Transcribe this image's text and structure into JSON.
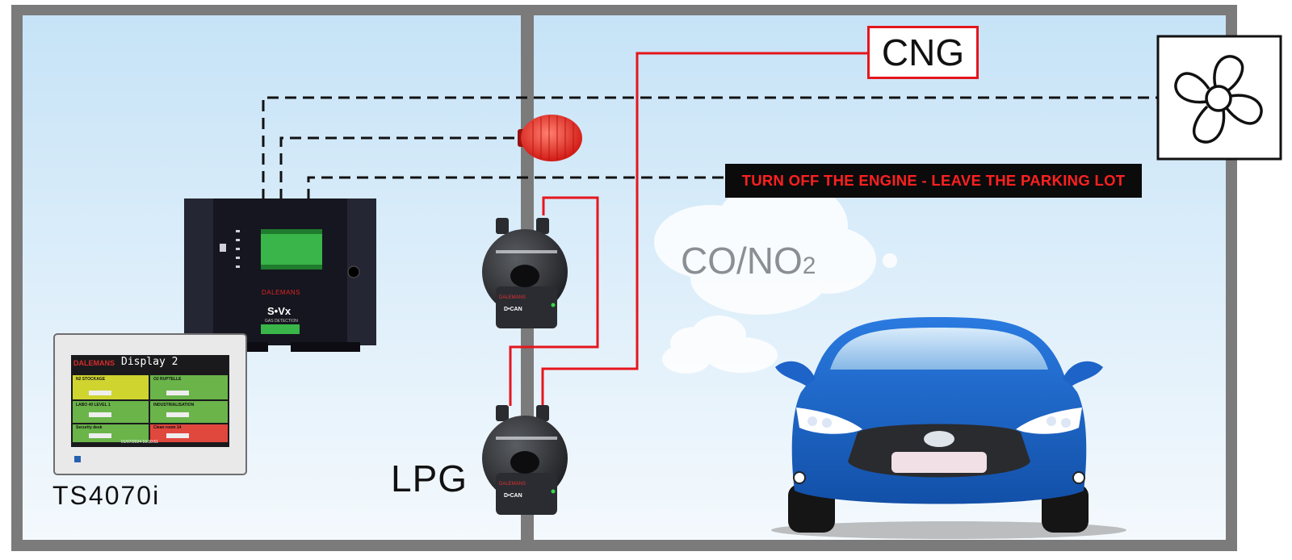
{
  "diagram": {
    "labels": {
      "cng": "CNG",
      "warning": "TURN OFF THE ENGINE - LEAVE THE PARKING LOT",
      "gas_main": "CO/NO",
      "gas_sub": "2",
      "lpg": "LPG",
      "touchscreen": "TS4070i"
    },
    "controller": {
      "brand": "DALEMANS",
      "model": "S•Vx",
      "sub": "GAS DETECTION"
    },
    "detectors": [
      {
        "brand": "DALEMANS",
        "model": "D•CAN"
      },
      {
        "brand": "DALEMANS",
        "model": "D•CAN"
      }
    ],
    "display": {
      "brand": "DALEMANS",
      "title": "Display 2",
      "cells": [
        "N2 STOCKAGE",
        "O2 RUPTELLE",
        "LABO 40 LEVEL 1",
        "INDUSTRIALISATION",
        "Security desk",
        "Clean room 14"
      ],
      "footer": "01/07/2024  10:30:51"
    },
    "colors": {
      "wire_red": "#e5161d",
      "wall_gray": "#7b7b7b",
      "car_blue": "#1d63c8",
      "warning_text": "#ff2020"
    },
    "icons": [
      "fan-icon",
      "beacon-icon",
      "car-icon"
    ]
  }
}
